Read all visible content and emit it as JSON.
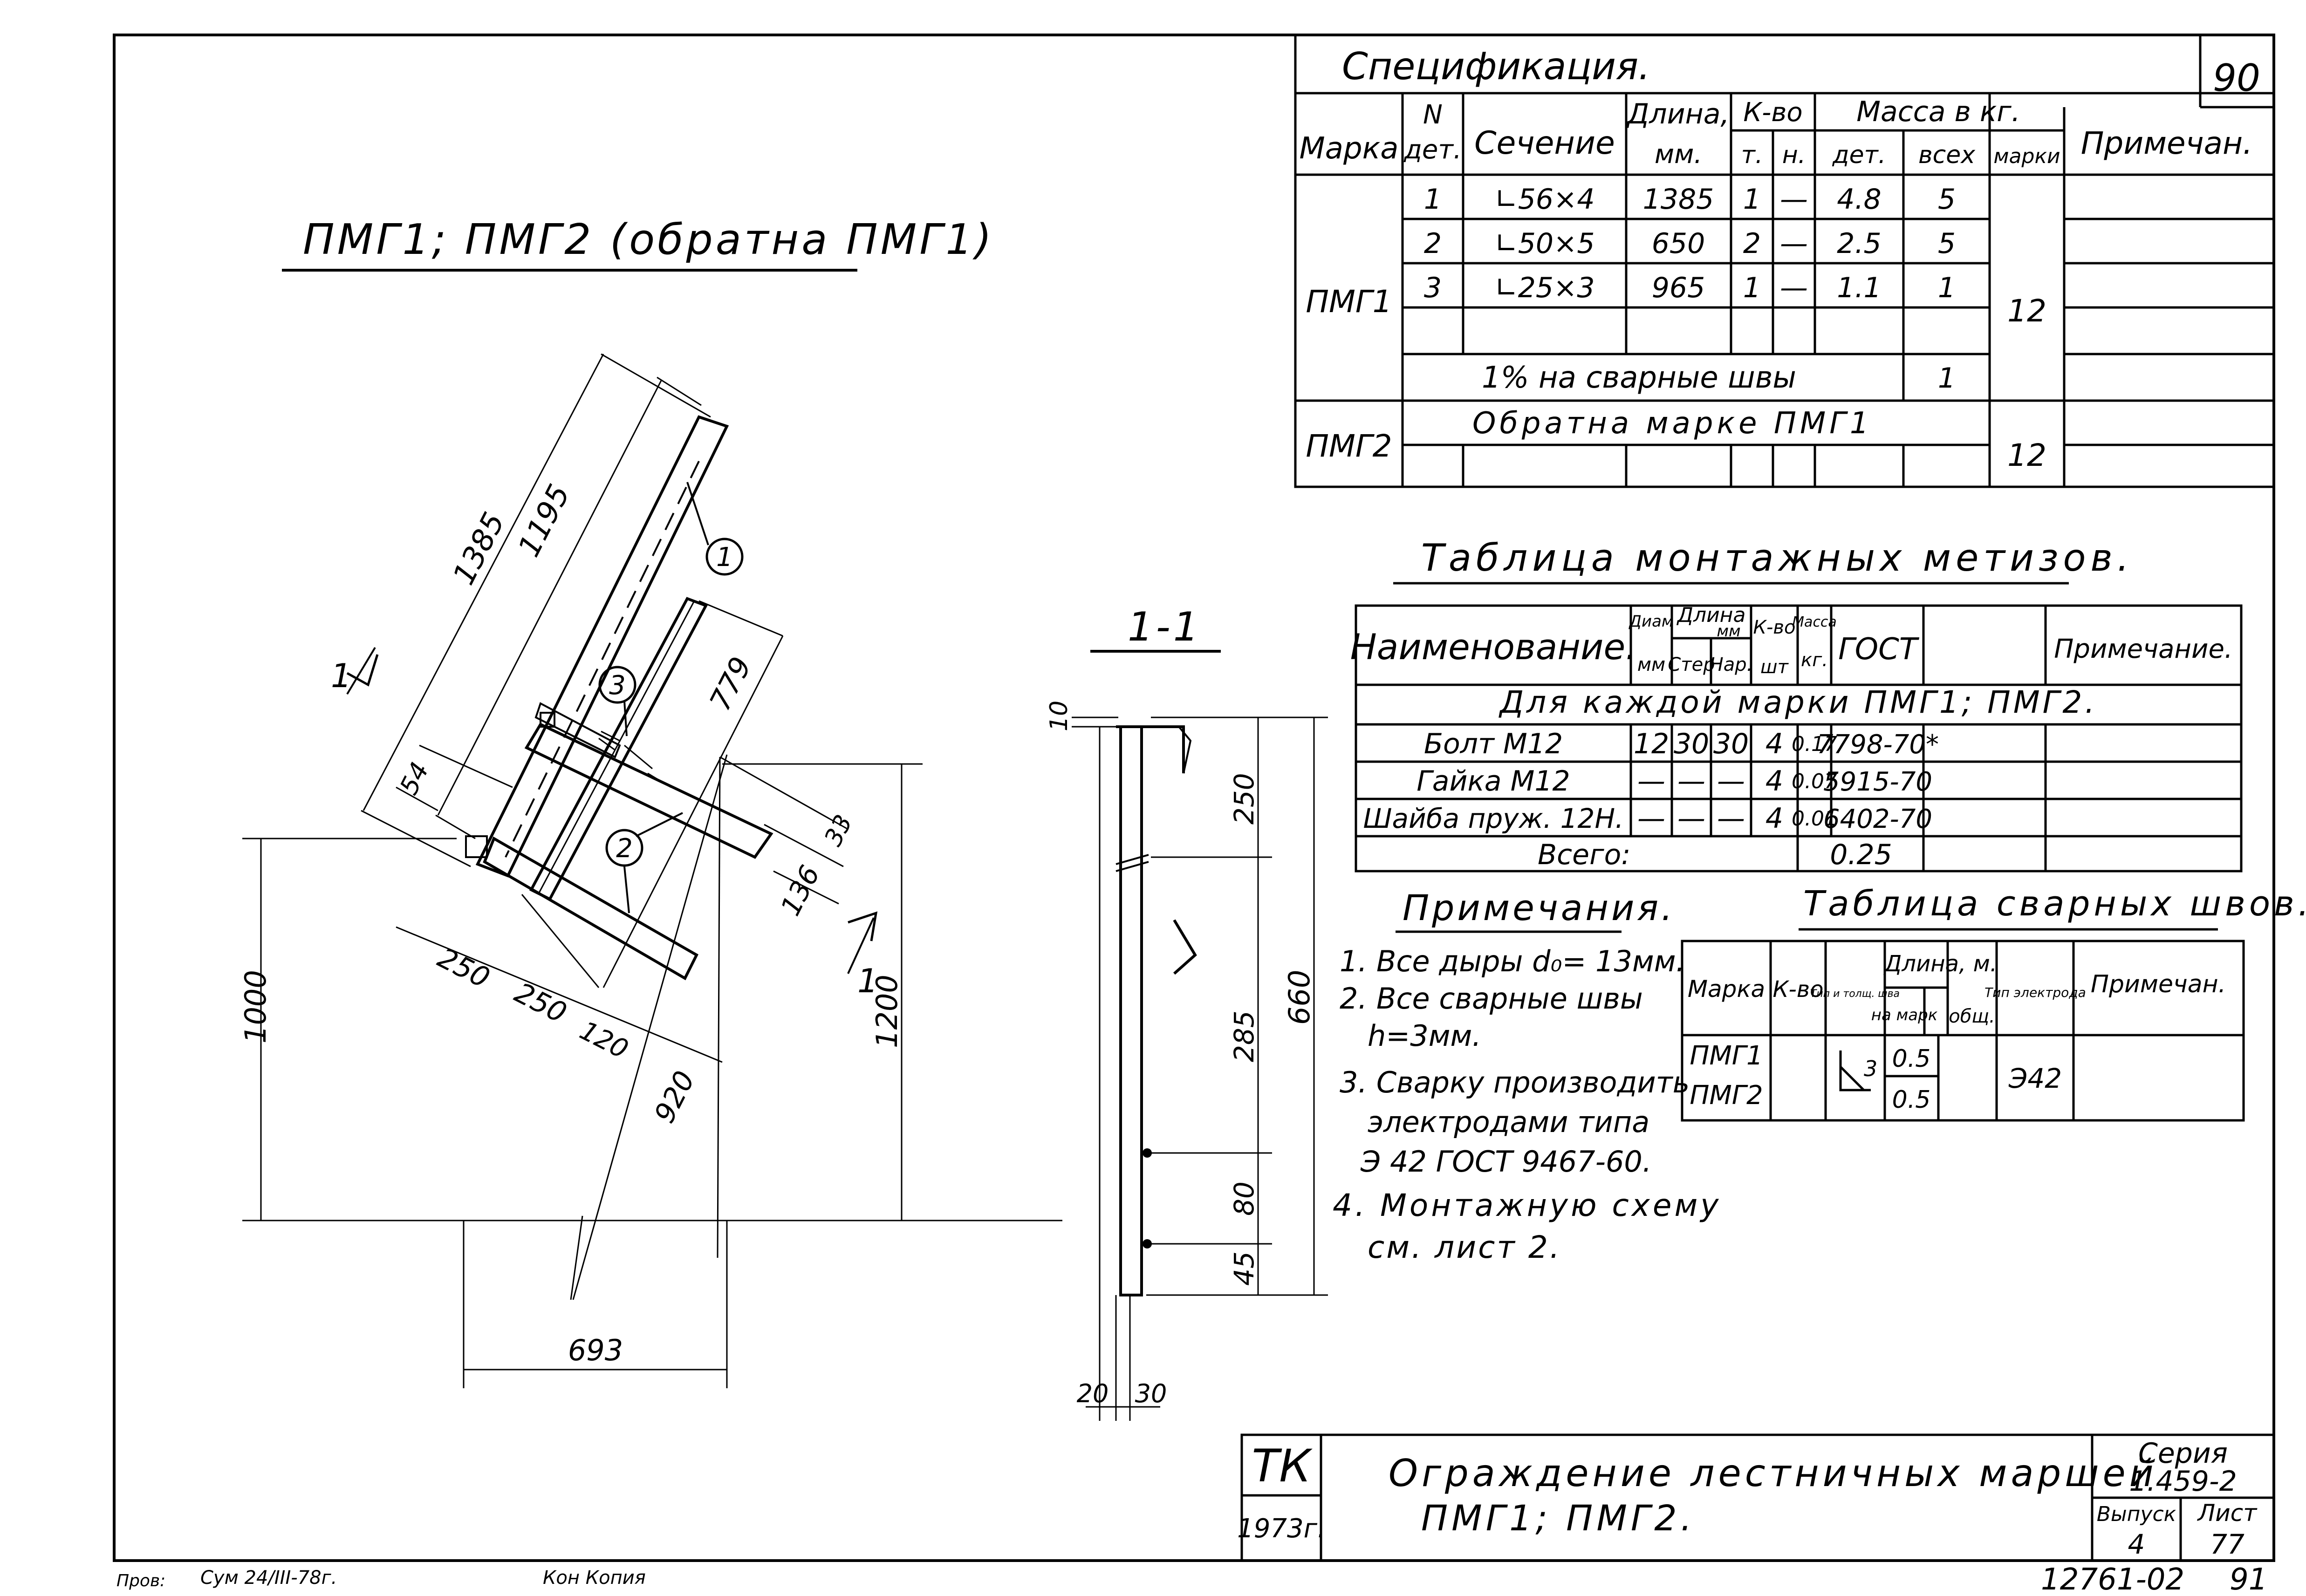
{
  "sheet_number": "90",
  "spec": {
    "title": "Спецификация.",
    "headers": {
      "marka": "Марка",
      "n_det_1": "N",
      "n_det_2": "дет.",
      "sechenie": "Сечение",
      "dlina_1": "Длина,",
      "dlina_2": "мм.",
      "kvo": "К-во",
      "kvo_t": "т.",
      "kvo_n": "н.",
      "massa": "Масса в кг.",
      "massa_det": "дет.",
      "massa_vseh": "всех",
      "massa_marki": "марки",
      "primechan": "Примечан."
    },
    "mark1": "ПМГ1",
    "rows": [
      {
        "n": "1",
        "section": "∟56×4",
        "length": "1385",
        "t": "1",
        "n2": "—",
        "det": "4.8",
        "all": "5"
      },
      {
        "n": "2",
        "section": "∟50×5",
        "length": "650",
        "t": "2",
        "n2": "—",
        "det": "2.5",
        "all": "5"
      },
      {
        "n": "3",
        "section": "∟25×3",
        "length": "965",
        "t": "1",
        "n2": "—",
        "det": "1.1",
        "all": "1"
      }
    ],
    "weld_row_label": "1% на сварные швы",
    "weld_row_value": "1",
    "mark1_mass": "12",
    "mark2": "ПМГ2",
    "mark2_text": "Обратна марке ПМГ1",
    "mark2_mass": "12"
  },
  "metiz": {
    "title": "Таблица монтажных метизов.",
    "headers": {
      "name": "Наименование.",
      "diam": "Диам",
      "diam_unit": "мм",
      "dlina": "Длина",
      "dlina_unit": "мм",
      "dlina_ster": "Стер",
      "dlina_nar": "Нар.",
      "kvo": "К-во",
      "kvo_unit": "шт",
      "massa": "Масса",
      "massa_unit": "кг.",
      "gost": "ГОСТ",
      "note": "Примечание."
    },
    "group_label": "Для каждой марки ПМГ1; ПМГ2.",
    "rows": [
      {
        "name": "Болт М12",
        "diam": "12",
        "ster": "30",
        "nar": "30",
        "qty": "4",
        "mass": "0.17",
        "gost": "7798-70*"
      },
      {
        "name": "Гайка М12",
        "diam": "—",
        "ster": "—",
        "nar": "—",
        "qty": "4",
        "mass": "0.07",
        "gost": "5915-70"
      },
      {
        "name": "Шайба пруж. 12Н.",
        "diam": "—",
        "ster": "—",
        "nar": "—",
        "qty": "4",
        "mass": "0.01",
        "gost": "6402-70"
      }
    ],
    "total_label": "Всего:",
    "total_value": "0.25"
  },
  "notes": {
    "title": "Примечания.",
    "lines": [
      "1. Все дыры d₀= 13мм.",
      "2. Все сварные швы",
      "h=3мм.",
      "3. Сварку производить",
      "электродами типа",
      "Э 42 ГОСТ 9467-60.",
      "4. Монтажную схему",
      "см. лист 2."
    ]
  },
  "welds": {
    "title": "Таблица сварных швов.",
    "headers": {
      "marka": "Марка",
      "kvo": "К-во",
      "tip": "Тип и толщ. шва",
      "dlina": "Длина, м.",
      "na_mark": "на марк",
      "obsh": "общ.",
      "tip_el": "Тип электрода",
      "note": "Примечан."
    },
    "marks": [
      "ПМГ1",
      "ПМГ2"
    ],
    "weld_symbol": "3",
    "lengths": [
      "0.5",
      "0.5"
    ],
    "electrode": "Э42"
  },
  "drawing": {
    "main_title": "ПМГ1; ПМГ2 (обратна ПМГ1)",
    "dims": {
      "d1385": "1385",
      "d1195": "1195",
      "d779": "779",
      "d54": "54",
      "d33": "33",
      "d136": "136",
      "d250a": "250",
      "d250b": "250",
      "d120": "120",
      "d920": "920",
      "d1000": "1000",
      "d1200": "1200",
      "d693": "693"
    },
    "callouts": [
      "1",
      "2",
      "3"
    ],
    "cut_label": "1",
    "section_title": "1-1",
    "section_dims": {
      "d10": "10",
      "d250": "250",
      "d285": "285",
      "d80": "80",
      "d45": "45",
      "d660": "660",
      "d20": "20",
      "d30": "30"
    }
  },
  "title_block": {
    "org": "ТК",
    "year": "1973г.",
    "title_line1": "Ограждение лестничных маршей",
    "title_line2": "ПМГ1; ПМГ2.",
    "seria_label": "Серия",
    "seria_value": "1.459-2",
    "vypusk_label": "Выпуск",
    "vypusk_value": "4",
    "list_label": "Лист",
    "list_value": "77",
    "doc_number": "12761-02",
    "doc_page": "91"
  },
  "footer": {
    "prov_label": "Пров:",
    "prov_sign": "Сум 24/III-78г.",
    "kopiya": "Кон Копия"
  }
}
